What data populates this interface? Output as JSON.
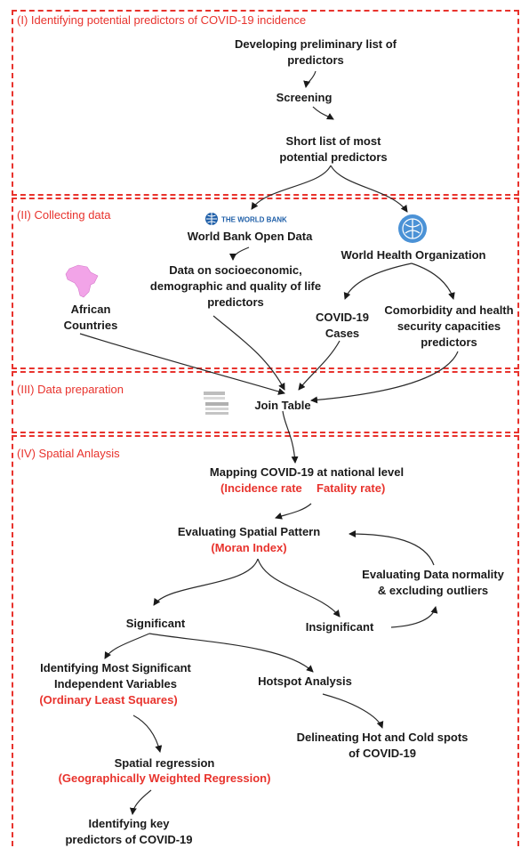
{
  "panels": {
    "p1": "(I) Identifying potential predictors of COVID-19 incidence",
    "p2": "(II) Collecting data",
    "p3": "(III) Data preparation",
    "p4": "(IV) Spatial Anlaysis"
  },
  "nodes": {
    "prelim_1": "Developing preliminary list of",
    "prelim_2": "predictors",
    "screening": "Screening",
    "short_1": "Short list of most",
    "short_2": "potential predictors",
    "wb_logo_text": "THE WORLD BANK",
    "wb_open": "World Bank Open Data",
    "who": "World Health Organization",
    "socio_1": "Data on socioeconomic,",
    "socio_2": "demographic and quality of life",
    "socio_3": "predictors",
    "african_1": "African",
    "african_2": "Countries",
    "covid_1": "COVID-19",
    "covid_2": "Cases",
    "comorb_1": "Comorbidity and health",
    "comorb_2": "security capacities",
    "comorb_3": "predictors",
    "join": "Join Table",
    "mapping": "Mapping COVID-19 at national level",
    "incidence": "(Incidence rate",
    "fatality": "Fatality rate)",
    "eval_spatial": "Evaluating Spatial Pattern",
    "moran": "(Moran Index)",
    "eval_norm_1": "Evaluating Data normality",
    "eval_norm_2": "& excluding outliers",
    "significant": "Significant",
    "insignificant": "Insignificant",
    "ident_1": "Identifying Most Significant",
    "ident_2": "Independent Variables",
    "ols": "(Ordinary Least Squares)",
    "hotspot": "Hotspot Analysis",
    "delin_1": "Delineating Hot and Cold spots",
    "delin_2": "of COVID-19",
    "spatial_reg": "Spatial regression",
    "gwr": "(Geographically Weighted Regression)",
    "key_1": "Identifying key",
    "key_2": "predictors of COVID-19"
  },
  "colors": {
    "accent": "#e8332d",
    "text": "#1a1a1a"
  }
}
